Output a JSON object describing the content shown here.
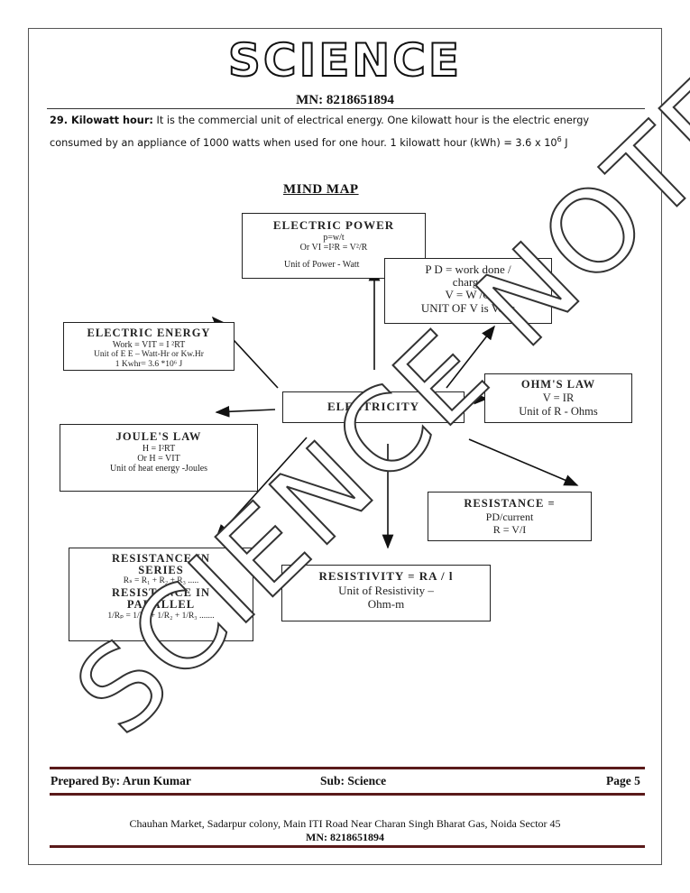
{
  "header": {
    "title": "SCIENCE",
    "mn": "MN: 8218651894"
  },
  "intro": {
    "number_label": "29. Kilowatt hour:",
    "text_before": " It is the commercial unit of electrical energy. One kilowatt hour is the electric energy consumed by an appliance of 1000 watts when used for one hour. 1 kilowatt hour (kWh) = 3.6 x 10",
    "sup": "6",
    "text_after": " J"
  },
  "mind_map": {
    "title": "MIND MAP",
    "center": "ELECTRICITY",
    "electric_power": {
      "title": "ELECTRIC POWER",
      "line1": "p=w/t",
      "line2": "Or VI =I²R = V²/R",
      "line3": "Unit of Power - Watt"
    },
    "pd": {
      "line1": "P D = work done /",
      "line2": "charge",
      "line3": "V = W /Q",
      "line4": "UNIT OF V is Volts"
    },
    "electric_energy": {
      "title": "ELECTRIC ENERGY",
      "line1": "Work = VIT = I ²RT",
      "line2": "Unit of E E – Watt-Hr or Kw.Hr",
      "line3": "1 Kwhr= 3.6 *10⁶ J"
    },
    "ohms_law": {
      "title": "OHM'S LAW",
      "line1": "V = IR",
      "line2": "Unit of R - Ohms"
    },
    "joules_law": {
      "title": "JOULE'S LAW",
      "line1": "H = I²RT",
      "line2": "Or H = VIT",
      "line3": "Unit of heat energy -Joules"
    },
    "resistance": {
      "title": "RESISTANCE =",
      "line1": "PD/current",
      "line2": "R = V/I"
    },
    "series_parallel": {
      "title1": "RESISTANCE IN",
      "title2": "SERIES",
      "line1": "Rₛ = R₁ + R₂ + R₃ .....",
      "title3": "RESISTANCE IN",
      "title4": "PARALLEL",
      "line2": "1/Rₚ = 1/R₁ + 1/R₂ + 1/R₃ ......."
    },
    "resistivity": {
      "title": "RESISTIVITY = RA / l",
      "line1": "Unit of Resistivity –",
      "line2": "Ohm-m"
    }
  },
  "watermark": "SCIENCE NOTES",
  "footer": {
    "prepared_by": "Prepared By: Arun Kumar",
    "subject": "Sub: Science",
    "page": "Page 5",
    "address": "Chauhan Market, Sadarpur colony, Main ITI Road Near Charan Singh Bharat Gas, Noida Sector 45",
    "mn": "MN: 8218651894"
  }
}
